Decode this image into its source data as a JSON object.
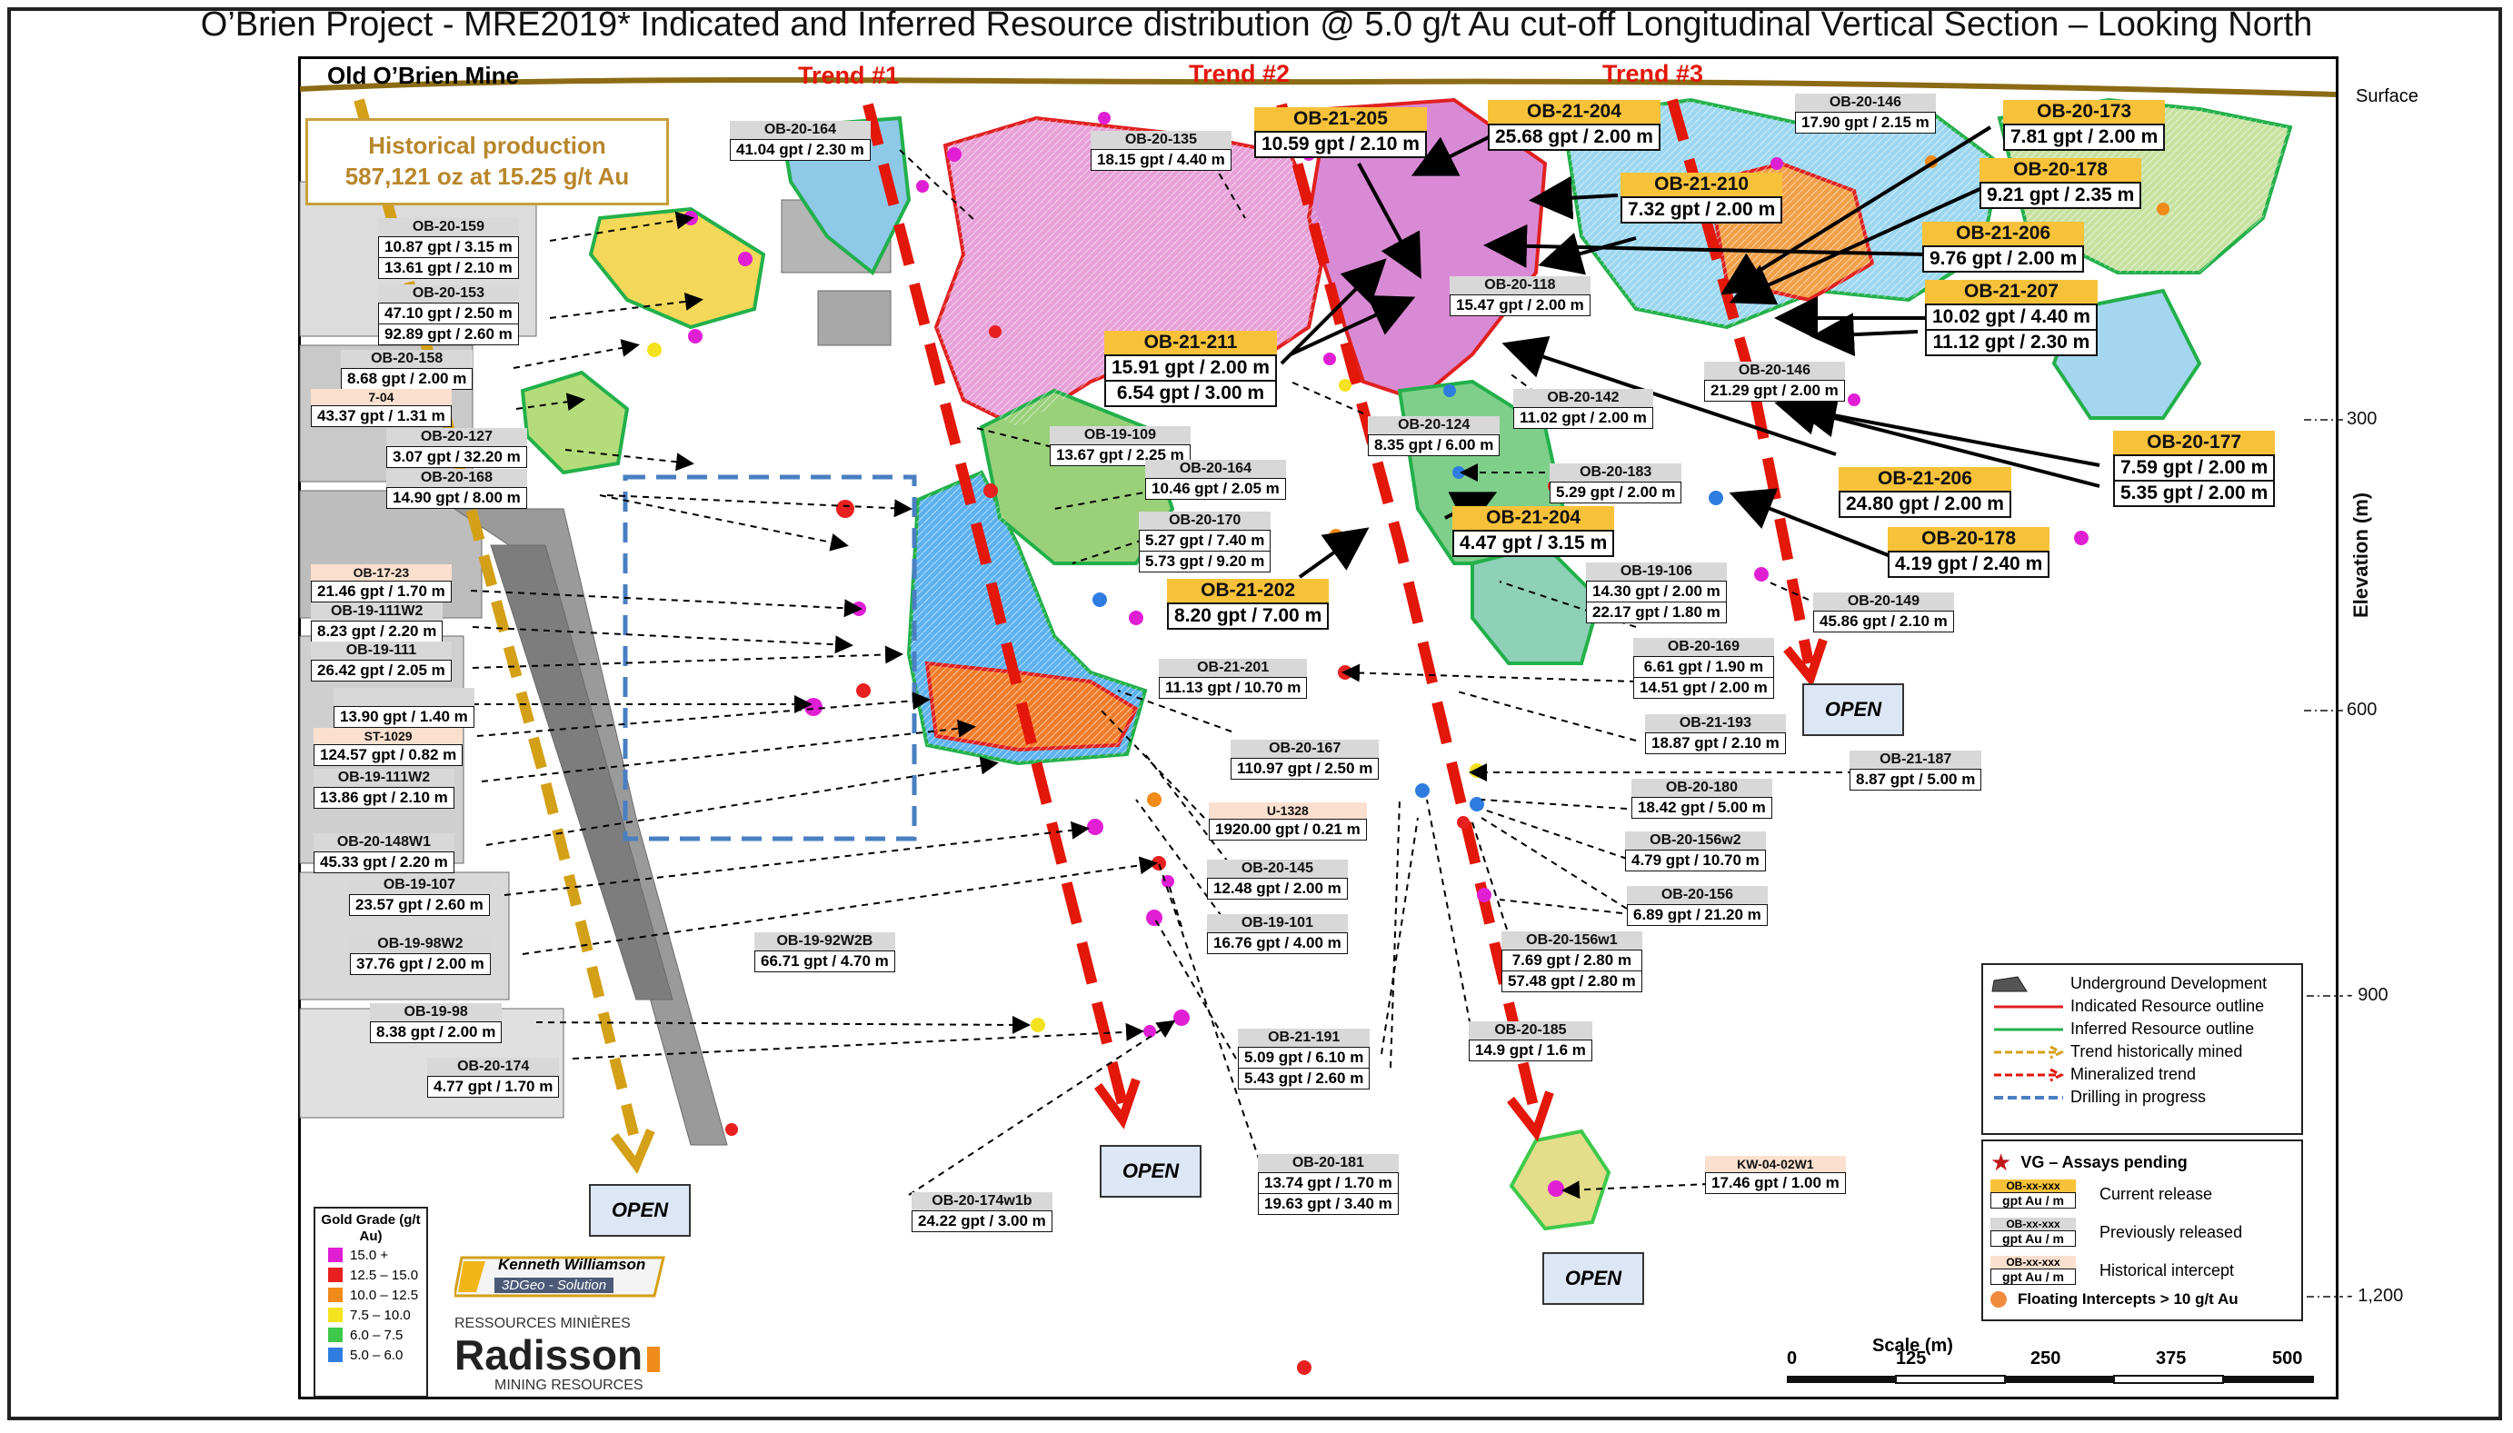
{
  "title": "O’Brien Project - MRE2019* Indicated and Inferred Resource distribution @ 5.0 g/t Au cut-off Longitudinal Vertical Section – Looking North",
  "mine_label": "Old O’Brien Mine",
  "surface_label": "Surface",
  "historical_production": {
    "line1": "Historical production",
    "line2": "587,121 oz at 15.25 g/t Au"
  },
  "trends": [
    "Trend #1",
    "Trend #2",
    "Trend #3"
  ],
  "open_label": "OPEN",
  "elevation_axis": {
    "label": "Elevation (m)",
    "ticks": [
      "300",
      "600",
      "- 900",
      "- 1,200"
    ]
  },
  "scale": {
    "label": "Scale (m)",
    "ticks": [
      "0",
      "125",
      "250",
      "375",
      "500"
    ]
  },
  "grade_legend": {
    "title": "Gold Grade (g/t Au)",
    "items": [
      {
        "label": "15.0 +",
        "color": "#e01fd5"
      },
      {
        "label": "12.5 – 15.0",
        "color": "#e82020"
      },
      {
        "label": "10.0 – 12.5",
        "color": "#f08a18"
      },
      {
        "label": "7.5 – 10.0",
        "color": "#f4e21e"
      },
      {
        "label": "6.0 – 7.5",
        "color": "#3ec94a"
      },
      {
        "label": "5.0 – 6.0",
        "color": "#2f7de0"
      }
    ]
  },
  "symbol_legend": [
    {
      "label": "Underground Development",
      "icon": "underground-development-icon"
    },
    {
      "label": "Indicated Resource outline",
      "color": "#e02020"
    },
    {
      "label": "Inferred Resource outline",
      "color": "#22b04a"
    },
    {
      "label": "Trend historically mined",
      "color": "#d4a017"
    },
    {
      "label": "Mineralized trend",
      "color": "#e3170a"
    },
    {
      "label": "Drilling in progress",
      "color": "#4a7fc1"
    }
  ],
  "release_legend": {
    "vg": "VG – Assays pending",
    "mini_hole": "OB-xx-xxx",
    "mini_value": "gpt Au / m",
    "current": "Current release",
    "previous": "Previously released",
    "historical": "Historical intercept",
    "floating": "Floating Intercepts > 10 g/t Au"
  },
  "logos": {
    "kw_line1": "Kenneth Williamson",
    "kw_line2": "3DGeo - Solution",
    "rad_top": "RESSOURCES MINIÈRES",
    "rad_name": "Radisson",
    "rad_bottom": "MINING RESOURCES"
  },
  "intercepts": [
    {
      "hole": "OB-20-164",
      "values": [
        "41.04 gpt / 2.30 m"
      ],
      "style": "small"
    },
    {
      "hole": "OB-20-135",
      "values": [
        "18.15 gpt / 4.40 m"
      ],
      "style": "small"
    },
    {
      "hole": "OB-21-205",
      "values": [
        "10.59 gpt / 2.10 m"
      ],
      "style": "big"
    },
    {
      "hole": "OB-21-204",
      "values": [
        "25.68 gpt / 2.00 m"
      ],
      "style": "big"
    },
    {
      "hole": "OB-20-146",
      "values": [
        "17.90 gpt / 2.15 m"
      ],
      "style": "small"
    },
    {
      "hole": "OB-20-173",
      "values": [
        "7.81 gpt / 2.00 m"
      ],
      "style": "big"
    },
    {
      "hole": "OB-20-178",
      "values": [
        "9.21 gpt / 2.35 m"
      ],
      "style": "big"
    },
    {
      "hole": "OB-21-210",
      "values": [
        "7.32 gpt / 2.00 m"
      ],
      "style": "big"
    },
    {
      "hole": "OB-21-206",
      "values": [
        "9.76 gpt / 2.00 m"
      ],
      "style": "big"
    },
    {
      "hole": "OB-20-159",
      "values": [
        "10.87 gpt / 3.15 m",
        "13.61 gpt / 2.10 m"
      ],
      "style": "small"
    },
    {
      "hole": "OB-20-153",
      "values": [
        "47.10 gpt / 2.50 m",
        "92.89 gpt / 2.60 m"
      ],
      "style": "small"
    },
    {
      "hole": "OB-20-118",
      "values": [
        "15.47 gpt / 2.00 m"
      ],
      "style": "small"
    },
    {
      "hole": "OB-21-207",
      "values": [
        "10.02 gpt / 4.40 m",
        "11.12 gpt / 2.30 m"
      ],
      "style": "big"
    },
    {
      "hole": "OB-20-158",
      "values": [
        "8.68 gpt / 2.00 m"
      ],
      "style": "small"
    },
    {
      "hole": "OB-21-211",
      "values": [
        "15.91 gpt / 2.00 m",
        "6.54 gpt / 3.00 m"
      ],
      "style": "big"
    },
    {
      "hole": "OB-20-146",
      "values": [
        "21.29 gpt / 2.00 m"
      ],
      "style": "small"
    },
    {
      "hole": "7-04",
      "values": [
        "43.37 gpt / 1.31 m"
      ],
      "style": "hist"
    },
    {
      "hole": "OB-20-142",
      "values": [
        "11.02 gpt / 2.00 m"
      ],
      "style": "small"
    },
    {
      "hole": "OB-20-127",
      "values": [
        "3.07 gpt / 32.20 m"
      ],
      "style": "small"
    },
    {
      "hole": "OB-19-109",
      "values": [
        "13.67 gpt / 2.25 m"
      ],
      "style": "small"
    },
    {
      "hole": "OB-20-124",
      "values": [
        "8.35 gpt / 6.00 m"
      ],
      "style": "small"
    },
    {
      "hole": "OB-20-177",
      "values": [
        "7.59 gpt / 2.00 m",
        "5.35 gpt / 2.00 m"
      ],
      "style": "big"
    },
    {
      "hole": "OB-20-168",
      "values": [
        "14.90 gpt / 8.00 m"
      ],
      "style": "small"
    },
    {
      "hole": "OB-20-164",
      "values": [
        "10.46 gpt / 2.05 m"
      ],
      "style": "small"
    },
    {
      "hole": "OB-20-183",
      "values": [
        "5.29 gpt / 2.00 m"
      ],
      "style": "small"
    },
    {
      "hole": "OB-21-206",
      "values": [
        "24.80 gpt / 2.00 m"
      ],
      "style": "big"
    },
    {
      "hole": "OB-20-170",
      "values": [
        "5.27 gpt / 7.40 m",
        "5.73 gpt / 9.20 m"
      ],
      "style": "small"
    },
    {
      "hole": "OB-21-204",
      "values": [
        "4.47 gpt / 3.15 m"
      ],
      "style": "big"
    },
    {
      "hole": "OB-20-178",
      "values": [
        "4.19 gpt / 2.40 m"
      ],
      "style": "big"
    },
    {
      "hole": "OB-17-23",
      "values": [
        "21.46 gpt / 1.70 m"
      ],
      "style": "hist"
    },
    {
      "hole": "OB-19-106",
      "values": [
        "14.30 gpt / 2.00 m",
        "22.17 gpt / 1.80 m"
      ],
      "style": "small"
    },
    {
      "hole": "OB-19-111W2",
      "values": [
        "8.23 gpt / 2.20 m"
      ],
      "style": "small"
    },
    {
      "hole": "OB-21-202",
      "values": [
        "8.20 gpt / 7.00 m"
      ],
      "style": "big"
    },
    {
      "hole": "OB-20-149",
      "values": [
        "45.86 gpt / 2.10 m"
      ],
      "style": "small"
    },
    {
      "hole": "OB-19-111",
      "values": [
        "26.42 gpt / 2.05 m"
      ],
      "style": "small"
    },
    {
      "hole": "OB-20-169",
      "values": [
        "6.61 gpt / 1.90 m",
        "14.51 gpt / 2.00 m"
      ],
      "style": "small"
    },
    {
      "hole": "OB-21-201",
      "values": [
        "11.13 gpt / 10.70 m"
      ],
      "style": "small"
    },
    {
      "hole": "",
      "values": [
        "13.90 gpt / 1.40 m"
      ],
      "style": "small"
    },
    {
      "hole": "ST-1029",
      "values": [
        "124.57 gpt / 0.82 m"
      ],
      "style": "hist"
    },
    {
      "hole": "OB-21-193",
      "values": [
        "18.87 gpt / 2.10 m"
      ],
      "style": "small"
    },
    {
      "hole": "OB-20-167",
      "values": [
        "110.97 gpt / 2.50 m"
      ],
      "style": "small"
    },
    {
      "hole": "OB-21-187",
      "values": [
        "8.87 gpt / 5.00 m"
      ],
      "style": "small"
    },
    {
      "hole": "OB-19-111W2",
      "values": [
        "13.86 gpt / 2.10 m"
      ],
      "style": "small"
    },
    {
      "hole": "OB-20-180",
      "values": [
        "18.42 gpt / 5.00 m"
      ],
      "style": "small"
    },
    {
      "hole": "U-1328",
      "values": [
        "1920.00 gpt / 0.21 m"
      ],
      "style": "hist"
    },
    {
      "hole": "OB-20-148W1",
      "values": [
        "45.33 gpt / 2.20 m"
      ],
      "style": "small"
    },
    {
      "hole": "OB-20-156w2",
      "values": [
        "4.79 gpt / 10.70 m"
      ],
      "style": "small"
    },
    {
      "hole": "OB-20-145",
      "values": [
        "12.48 gpt / 2.00 m"
      ],
      "style": "small"
    },
    {
      "hole": "OB-19-107",
      "values": [
        "23.57 gpt / 2.60 m"
      ],
      "style": "small"
    },
    {
      "hole": "OB-20-156",
      "values": [
        "6.89 gpt / 21.20 m"
      ],
      "style": "small"
    },
    {
      "hole": "OB-19-101",
      "values": [
        "16.76 gpt / 4.00 m"
      ],
      "style": "small"
    },
    {
      "hole": "OB-19-92W2B",
      "values": [
        "66.71 gpt / 4.70 m"
      ],
      "style": "small"
    },
    {
      "hole": "OB-19-98W2",
      "values": [
        "37.76 gpt / 2.00 m"
      ],
      "style": "small"
    },
    {
      "hole": "OB-20-156w1",
      "values": [
        "7.69 gpt / 2.80 m",
        "57.48 gpt / 2.80 m"
      ],
      "style": "small"
    },
    {
      "hole": "OB-19-98",
      "values": [
        "8.38 gpt / 2.00 m"
      ],
      "style": "small"
    },
    {
      "hole": "OB-20-185",
      "values": [
        "14.9 gpt / 1.6 m"
      ],
      "style": "small"
    },
    {
      "hole": "OB-21-191",
      "values": [
        "5.09 gpt / 6.10 m",
        "5.43 gpt / 2.60 m"
      ],
      "style": "small"
    },
    {
      "hole": "OB-20-174",
      "values": [
        "4.77 gpt / 1.70 m"
      ],
      "style": "small"
    },
    {
      "hole": "OB-20-181",
      "values": [
        "13.74 gpt / 1.70 m",
        "19.63 gpt / 3.40 m"
      ],
      "style": "small"
    },
    {
      "hole": "KW-04-02W1",
      "values": [
        "17.46 gpt / 1.00 m"
      ],
      "style": "hist"
    },
    {
      "hole": "OB-20-174w1b",
      "values": [
        "24.22 gpt / 3.00 m"
      ],
      "style": "small"
    }
  ]
}
